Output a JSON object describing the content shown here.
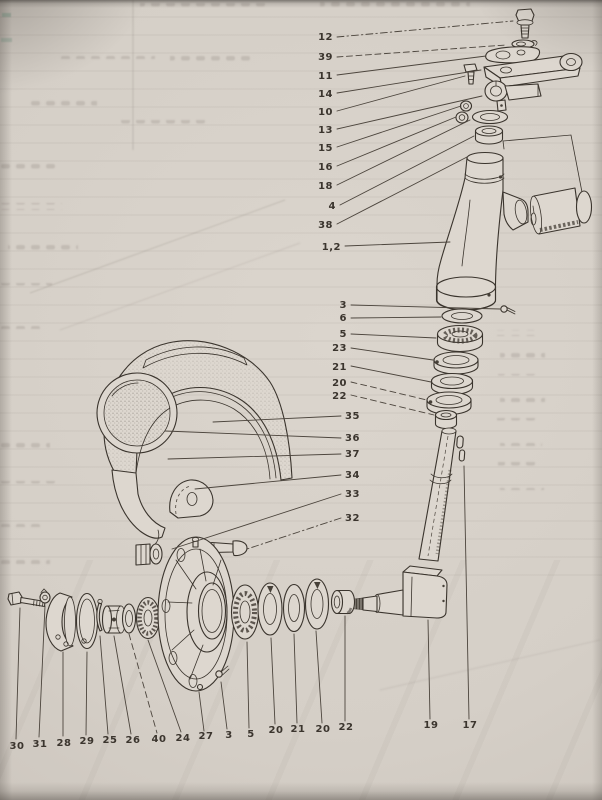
{
  "page": {
    "kind": "scanned exploded-parts diagram, front wheel hub and steering knuckle",
    "colors": {
      "paper": "#d5cfc7",
      "ink": "#3a342d"
    }
  },
  "callouts": {
    "upper": [
      "12",
      "39",
      "11",
      "14",
      "10",
      "13",
      "15",
      "16",
      "18",
      "4",
      "38",
      "1,2"
    ],
    "middle": [
      "3",
      "6",
      "5",
      "23",
      "21",
      "20",
      "22"
    ],
    "fender": [
      "35",
      "36",
      "37",
      "34",
      "33",
      "32"
    ],
    "bottom": [
      "30",
      "31",
      "28",
      "29",
      "25",
      "26",
      "40",
      "24",
      "27",
      "3",
      "5",
      "20",
      "21",
      "20",
      "22",
      "19",
      "17"
    ]
  }
}
